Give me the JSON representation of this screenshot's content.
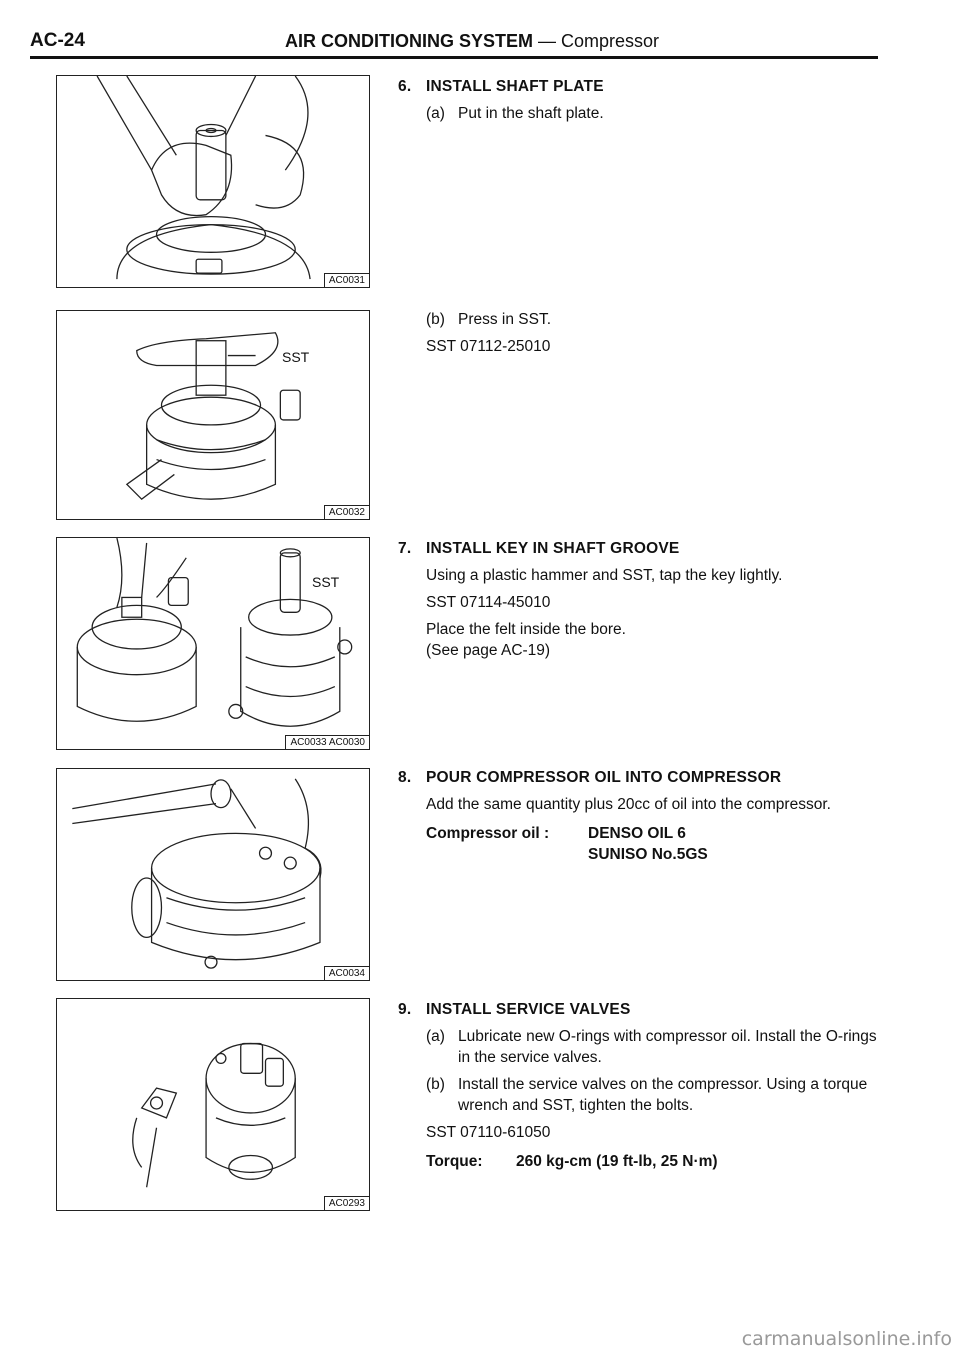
{
  "header": {
    "page_code": "AC-24",
    "title": "AIR CONDITIONING SYSTEM",
    "separator": " — ",
    "subtitle": "Compressor"
  },
  "figures": [
    {
      "code": "AC0031",
      "label": ""
    },
    {
      "code": "AC0032",
      "label": "SST"
    },
    {
      "code": "AC0033 AC0030",
      "label": "SST"
    },
    {
      "code": "AC0034",
      "label": ""
    },
    {
      "code": "AC0293",
      "label": ""
    }
  ],
  "steps": {
    "s6": {
      "num": "6.",
      "title": "INSTALL SHAFT PLATE",
      "a_label": "(a)",
      "a_text": "Put in the shaft plate.",
      "b_label": "(b)",
      "b_text": "Press in SST.",
      "sst": "SST 07112-25010"
    },
    "s7": {
      "num": "7.",
      "title": "INSTALL KEY IN SHAFT GROOVE",
      "text": "Using a plastic hammer and SST, tap the key lightly.",
      "sst": "SST 07114-45010",
      "note1": "Place the felt inside the bore.",
      "note2": "(See page AC-19)"
    },
    "s8": {
      "num": "8.",
      "title": "POUR COMPRESSOR OIL INTO COMPRESSOR",
      "text": "Add the same quantity plus 20cc of oil into the compressor.",
      "spec_key": "Compressor oil :",
      "spec_val1": "DENSO OIL 6",
      "spec_val2": "SUNISO No.5GS"
    },
    "s9": {
      "num": "9.",
      "title": "INSTALL SERVICE VALVES",
      "a_label": "(a)",
      "a_text": "Lubricate new O-rings with compressor oil. Install the O-rings in the service valves.",
      "b_label": "(b)",
      "b_text": "Install the service valves on the compressor. Using a torque wrench and SST, tighten the bolts.",
      "sst": "SST 07110-61050",
      "torque_key": "Torque:",
      "torque_val": "260 kg-cm (19 ft-lb, 25 N·m)"
    }
  },
  "watermark": "carmanualsonline.info"
}
